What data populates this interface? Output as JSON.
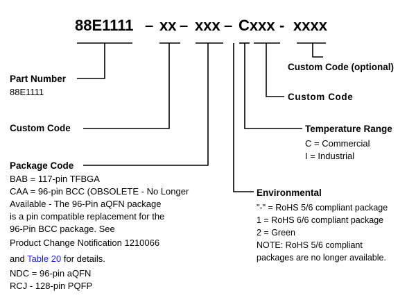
{
  "part_number_parts": {
    "base": "88E1111",
    "d1": "–",
    "xx": "xx",
    "d2": "–",
    "xxx": "xxx",
    "d3": "–",
    "cxxx": "Cxxx",
    "d4": "-",
    "xxxx": "xxxx"
  },
  "part_number": {
    "heading": "Part Number",
    "value": "88E1111"
  },
  "custom_code_left": {
    "heading": "Custom Code"
  },
  "package_code": {
    "heading": "Package Code",
    "line1": "BAB = 117-pin TFBGA",
    "line2": "CAA = 96-pin BCC (OBSOLETE - No Longer",
    "line3": "Available - The 96-Pin aQFN package",
    "line4": "is a pin compatible replacement for the",
    "line5": "96-Pin BCC package. See",
    "line6": "Product Change Notification 1210066",
    "line7_pre": "and ",
    "line7_link": "Table 20",
    "line7_post": " for details.",
    "line8": "NDC = 96-pin aQFN",
    "line9": "RCJ - 128-pin PQFP"
  },
  "custom_code_optional": {
    "heading": "Custom Code (optional)"
  },
  "custom_code_right": {
    "heading": "Custom Code"
  },
  "temperature_range": {
    "heading": "Temperature Range",
    "line1": "C = Commercial",
    "line2": "I = Industrial"
  },
  "environmental": {
    "heading": "Environmental",
    "line1": "\"-\" = RoHS 5/6 compliant package",
    "line2": "1 = RoHS 6/6 compliant package",
    "line3": "2 = Green",
    "line4": "NOTE: RoHS 5/6 compliant",
    "line5": "packages are no longer available."
  },
  "colors": {
    "link": "#1a1aff",
    "text": "#000000"
  }
}
